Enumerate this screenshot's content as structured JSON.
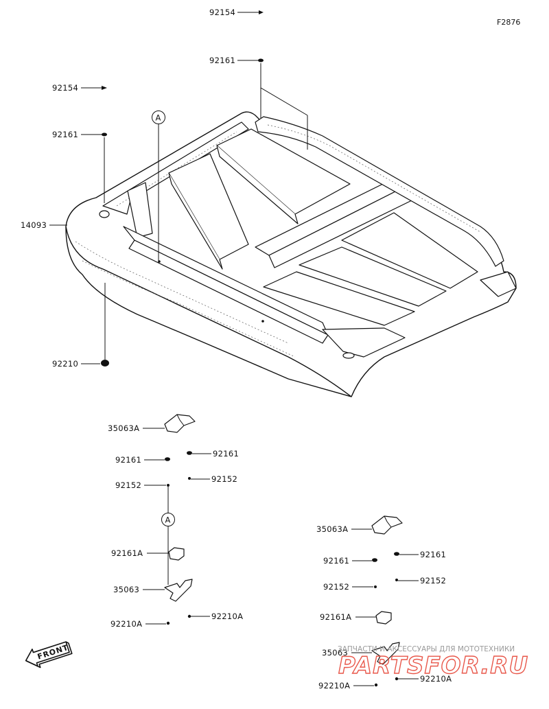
{
  "figure_code": "F2876",
  "callout_reference": "A",
  "front_arrow_label": "FRONT",
  "parts": {
    "p92154_top": "92154",
    "p92161_top": "92161",
    "p92154_left": "92154",
    "p92161_left": "92161",
    "p14093": "14093",
    "p92210": "92210",
    "p35063A_1": "35063A",
    "p92161_l1": "92161",
    "p92161_r1": "92161",
    "p92152_l1": "92152",
    "p92152_r1": "92152",
    "p92161A_1": "92161A",
    "p35063_1": "35063",
    "p92210A_l1": "92210A",
    "p92210A_r1": "92210A",
    "p35063A_2": "35063A",
    "p92161_l2": "92161",
    "p92161_r2": "92161",
    "p92152_l2": "92152",
    "p92152_r2": "92152",
    "p92161A_2": "92161A",
    "p35063_2": "35063",
    "p92210A_l2": "92210A",
    "p92210A_r2": "92210A"
  },
  "watermark": {
    "tagline": "ЗАПЧАСТИ И АКСЕССУАРЫ ДЛЯ МОТОТЕХНИКИ",
    "brand": "PARTSFOR.RU",
    "color": "#e8574a"
  }
}
